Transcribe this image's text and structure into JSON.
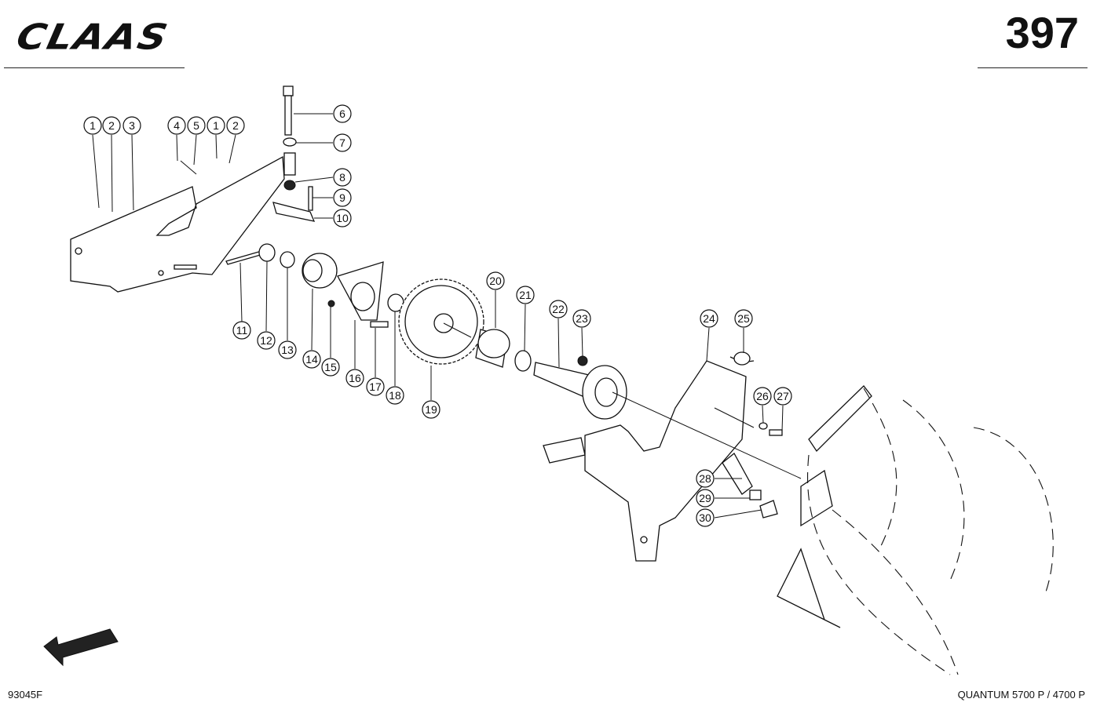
{
  "header": {
    "brand": "CLAAS",
    "page_number": "397"
  },
  "footer": {
    "drawing_code": "93045F",
    "model": "QUANTUM 5700 P / 4700 P"
  },
  "callouts": [
    {
      "label": "1"
    },
    {
      "label": "2"
    },
    {
      "label": "3"
    },
    {
      "label": "4"
    },
    {
      "label": "5"
    },
    {
      "label": "1"
    },
    {
      "label": "2"
    },
    {
      "label": "6"
    },
    {
      "label": "7"
    },
    {
      "label": "8"
    },
    {
      "label": "9"
    },
    {
      "label": "10"
    },
    {
      "label": "11"
    },
    {
      "label": "12"
    },
    {
      "label": "13"
    },
    {
      "label": "14"
    },
    {
      "label": "15"
    },
    {
      "label": "16"
    },
    {
      "label": "17"
    },
    {
      "label": "18"
    },
    {
      "label": "19"
    },
    {
      "label": "20"
    },
    {
      "label": "21"
    },
    {
      "label": "22"
    },
    {
      "label": "23"
    },
    {
      "label": "24"
    },
    {
      "label": "25"
    },
    {
      "label": "26"
    },
    {
      "label": "27"
    },
    {
      "label": "28"
    },
    {
      "label": "29"
    },
    {
      "label": "30"
    }
  ],
  "icons": {
    "direction_arrow": "arrow-down-left-icon"
  }
}
